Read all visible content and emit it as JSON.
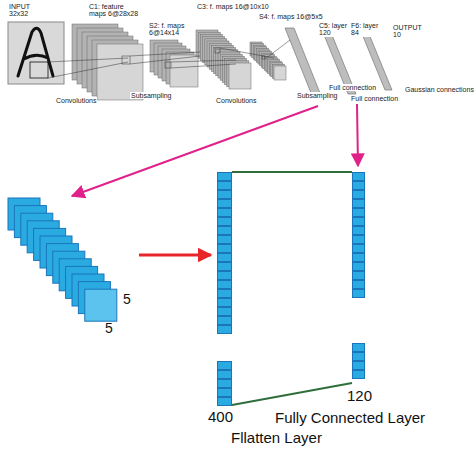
{
  "diagram": {
    "nodes": [
      {
        "text": [
          "5",
          "5"
        ]
      },
      {
        "text": [
          "400",
          "Fllatten Layer"
        ]
      },
      {
        "text": [
          "120",
          "Fully Connected Layer"
        ]
      }
    ],
    "edges": [
      {
        "from": 0,
        "to": 1,
        "arrow": "to"
      },
      {
        "from": 1,
        "to": 2,
        "arrow": "none"
      },
      {
        "from": 1,
        "to": 2,
        "arrow": "none"
      }
    ],
    "labels": [
      "INPUT 32x32",
      "C1: feature maps 6@28x28",
      "S2: f. maps 6@14x14",
      "C3: f. maps 16@10x10",
      "S4: f. maps 16@5x5",
      "C5: layer 120",
      "F6: layer 84",
      "OUTPUT 10",
      "Convolutions",
      "Subsampling",
      "Convolutions",
      "Subsampling",
      "Full connection",
      "Full connection",
      "Gaussian connections"
    ]
  }
}
